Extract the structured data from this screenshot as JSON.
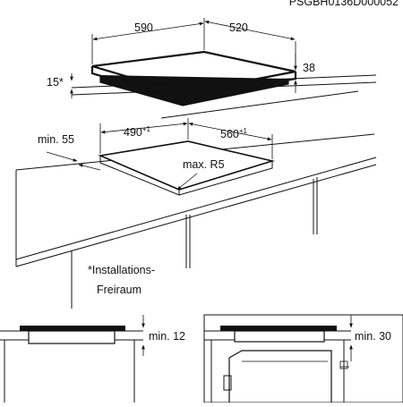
{
  "drawing_code": "PSGBH0136D000052",
  "top_view": {
    "width_label": "590",
    "depth_label": "520",
    "edge_label": "15*",
    "height_label": "38"
  },
  "cutout": {
    "width_label": "490",
    "width_tol": "+1",
    "depth_label": "560",
    "depth_tol": "+1",
    "min_front_label": "min. 55",
    "radius_label": "max. R5"
  },
  "footnote_line1": "*Installations-",
  "footnote_line2": "Freiraum",
  "side_left_label": "min. 12",
  "side_right_label": "min. 30"
}
